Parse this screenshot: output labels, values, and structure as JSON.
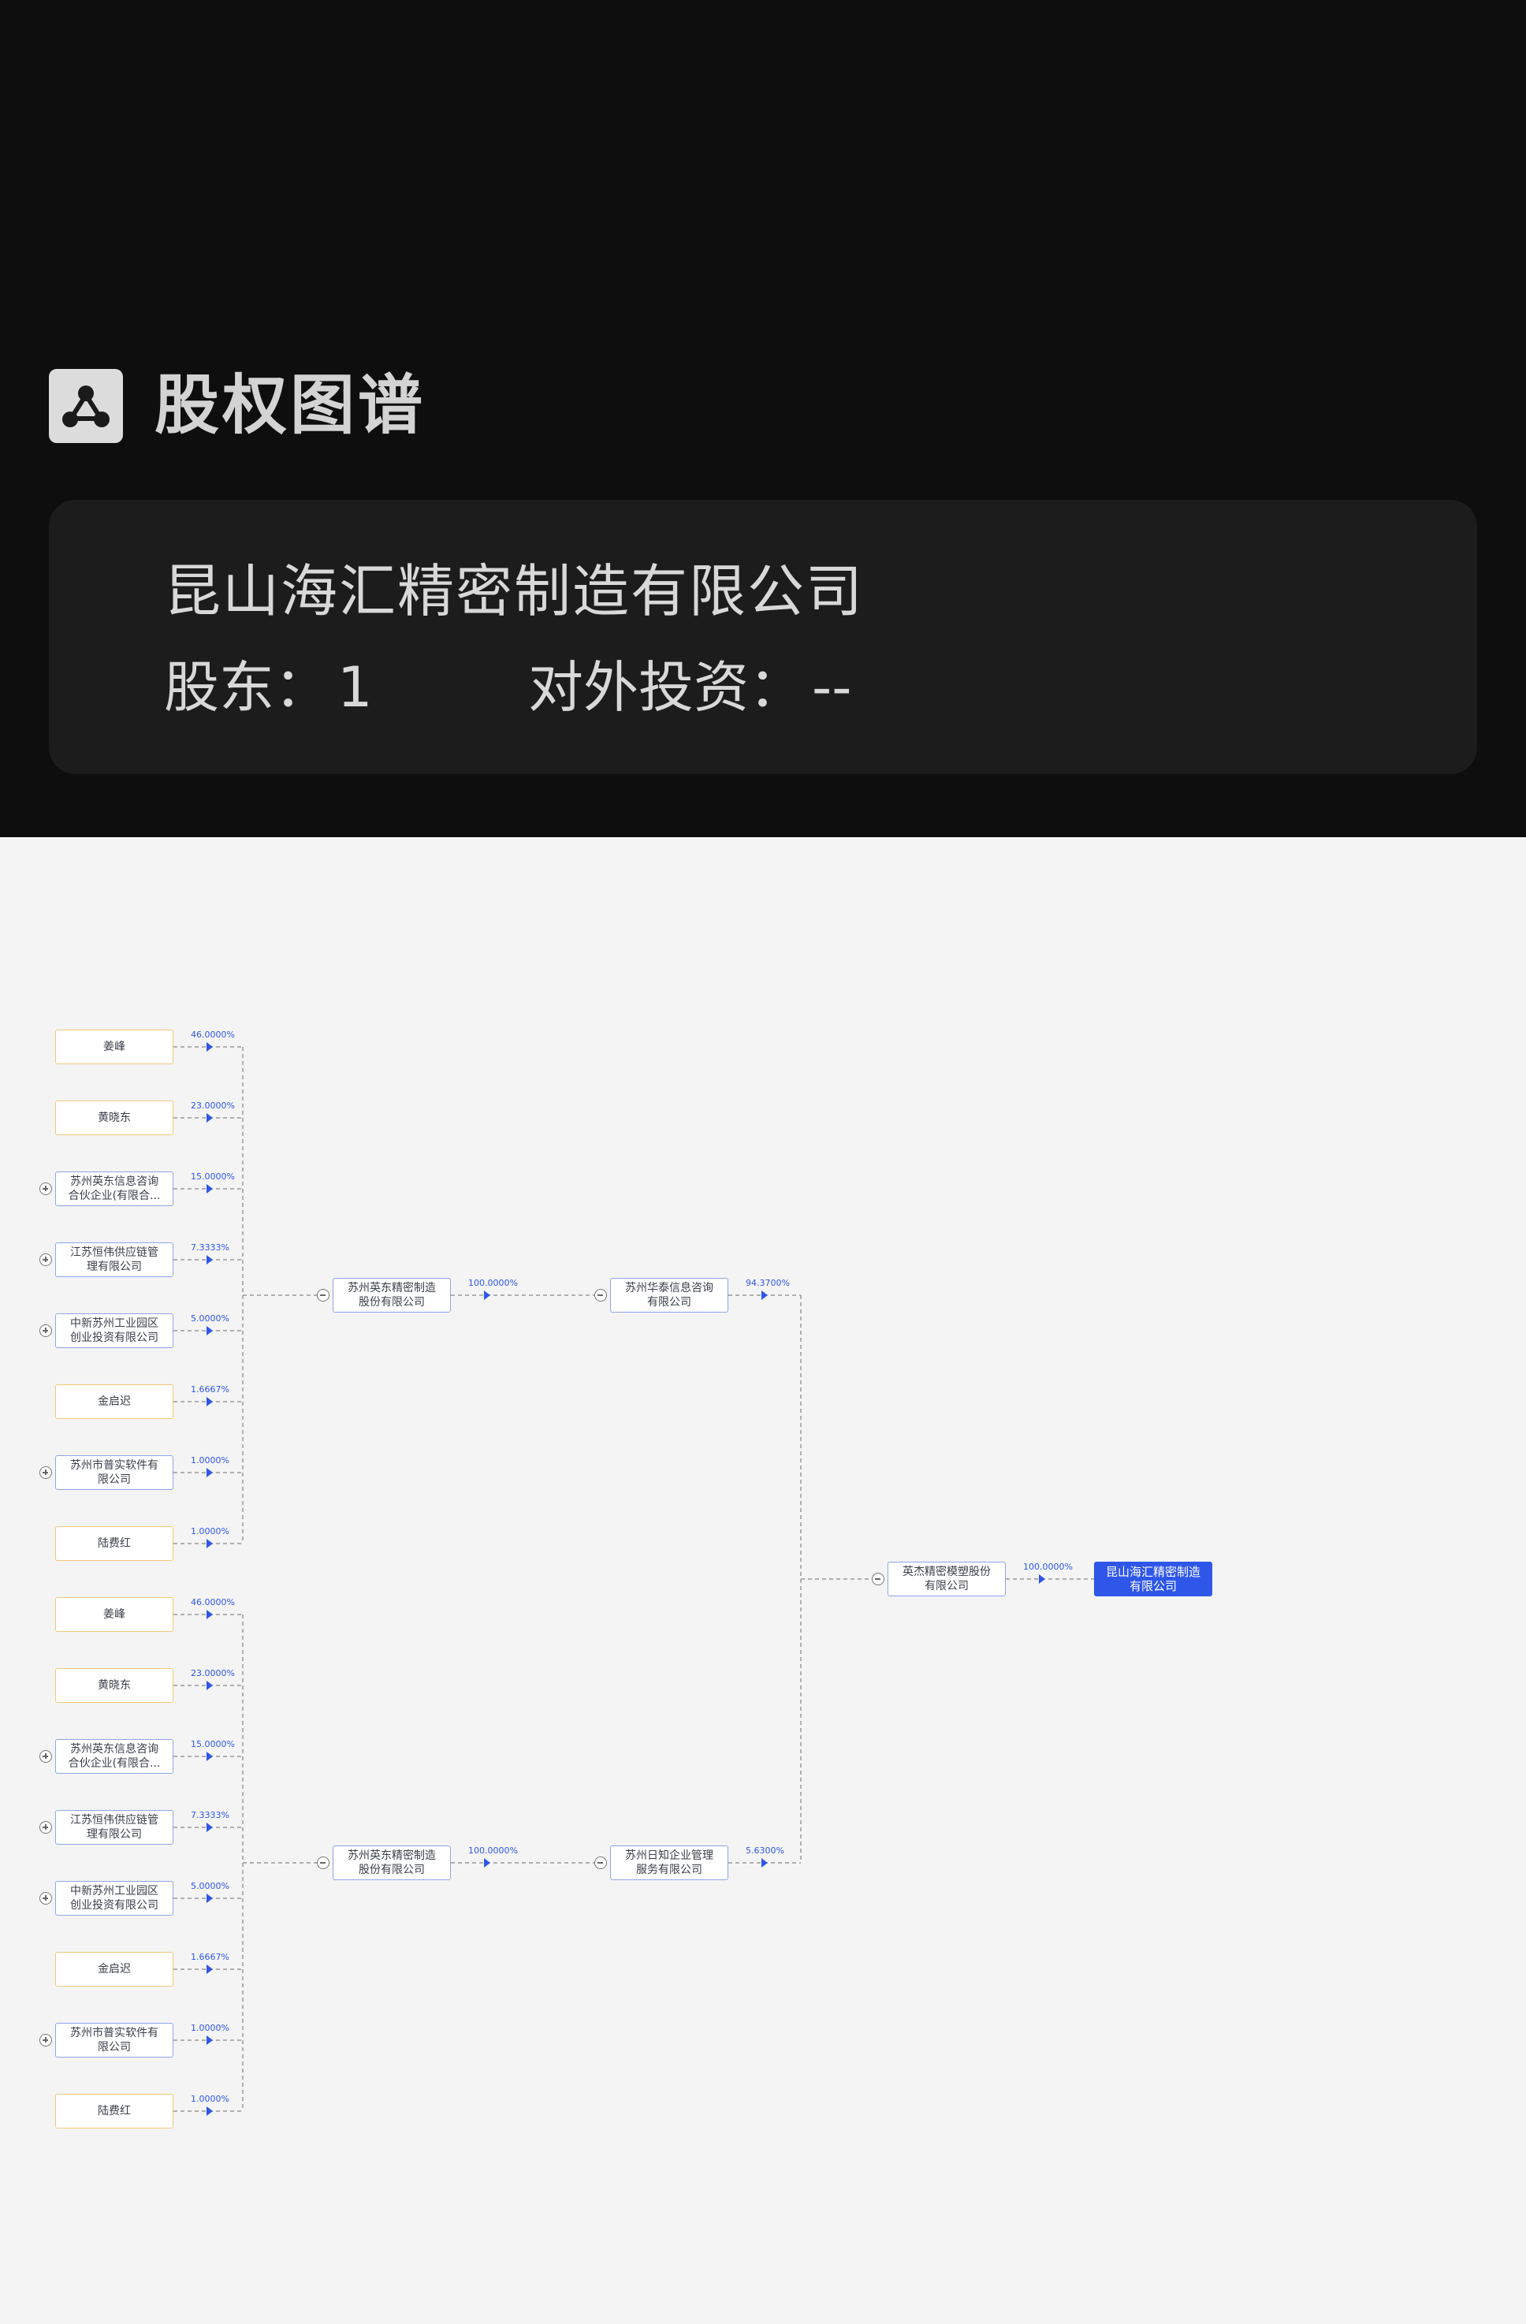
{
  "header": {
    "icon": "share-graph-icon",
    "title": "股权图谱",
    "company_name": "昆山海汇精密制造有限公司",
    "shareholders_label": "股东：",
    "shareholders_count": "1",
    "investments_label": "对外投资：",
    "investments_value": "--"
  },
  "graph": {
    "colors": {
      "person_border": "#f2c879",
      "company_border": "#8ea6e8",
      "target_fill": "#2e56e8",
      "percent_text": "#2e56e8",
      "edge": "#9a9a9a"
    },
    "groups": [
      {
        "shareholders": [
          {
            "name": "姜峰",
            "type": "person",
            "percent": "46.0000%"
          },
          {
            "name": "黄晓东",
            "type": "person",
            "percent": "23.0000%"
          },
          {
            "name": "苏州英东信息咨询\n合伙企业(有限合...",
            "type": "company",
            "percent": "15.0000%"
          },
          {
            "name": "江苏恒伟供应链管\n理有限公司",
            "type": "company",
            "percent": "7.3333%"
          },
          {
            "name": "中新苏州工业园区\n创业投资有限公司",
            "type": "company",
            "percent": "5.0000%"
          },
          {
            "name": "金启迟",
            "type": "person",
            "percent": "1.6667%"
          },
          {
            "name": "苏州市普实软件有\n限公司",
            "type": "company",
            "percent": "1.0000%"
          },
          {
            "name": "陆费红",
            "type": "person",
            "percent": "1.0000%"
          }
        ],
        "level1": {
          "name": "苏州英东精密制造\n股份有限公司",
          "percent": "100.0000%"
        },
        "level2": {
          "name": "苏州华泰信息咨询\n有限公司",
          "percent": "94.3700%"
        }
      },
      {
        "shareholders": [
          {
            "name": "姜峰",
            "type": "person",
            "percent": "46.0000%"
          },
          {
            "name": "黄晓东",
            "type": "person",
            "percent": "23.0000%"
          },
          {
            "name": "苏州英东信息咨询\n合伙企业(有限合...",
            "type": "company",
            "percent": "15.0000%"
          },
          {
            "name": "江苏恒伟供应链管\n理有限公司",
            "type": "company",
            "percent": "7.3333%"
          },
          {
            "name": "中新苏州工业园区\n创业投资有限公司",
            "type": "company",
            "percent": "5.0000%"
          },
          {
            "name": "金启迟",
            "type": "person",
            "percent": "1.6667%"
          },
          {
            "name": "苏州市普实软件有\n限公司",
            "type": "company",
            "percent": "1.0000%"
          },
          {
            "name": "陆费红",
            "type": "person",
            "percent": "1.0000%"
          }
        ],
        "level1": {
          "name": "苏州英东精密制造\n股份有限公司",
          "percent": "100.0000%"
        },
        "level2": {
          "name": "苏州日知企业管理\n服务有限公司",
          "percent": "5.6300%"
        }
      }
    ],
    "parent": {
      "name": "英杰精密模塑股份\n有限公司",
      "percent": "100.0000%"
    },
    "target": {
      "name": "昆山海汇精密制造\n有限公司"
    }
  }
}
